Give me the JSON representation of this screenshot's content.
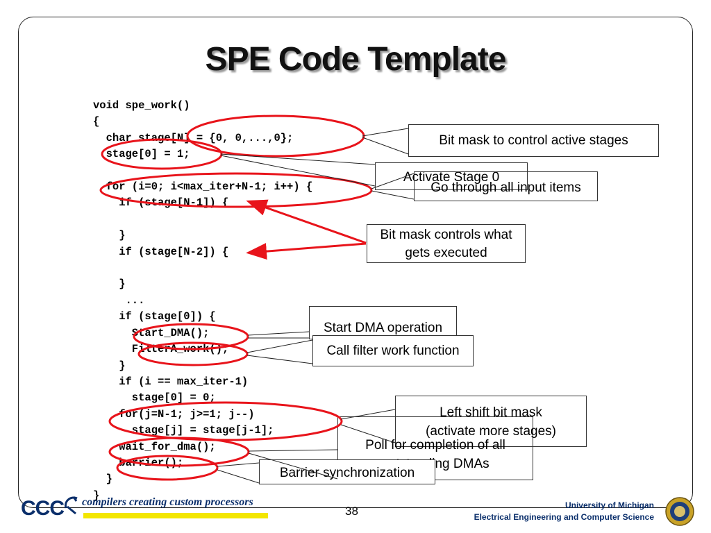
{
  "slide": {
    "title": "SPE Code Template",
    "page_number": "38"
  },
  "code_lines": [
    "void spe_work()",
    "{",
    "  char stage[N] = {0, 0,...,0};",
    "  stage[0] = 1;",
    "",
    "  for (i=0; i<max_iter+N-1; i++) {",
    "    if (stage[N-1]) {",
    "",
    "    }",
    "    if (stage[N-2]) {",
    "",
    "    }",
    "     ...",
    "    if (stage[0]) {",
    "      Start_DMA();",
    "      FilterA_work();",
    "    }",
    "    if (i == max_iter-1)",
    "      stage[0] = 0;",
    "    for(j=N-1; j>=1; j--)",
    "      stage[j] = stage[j-1];",
    "    wait_for_dma();",
    "    barrier();",
    "  }",
    "}"
  ],
  "callouts": {
    "bit_mask_active": "Bit mask to control active stages",
    "activate_stage0": "Activate Stage 0",
    "input_items": "Go through all input items",
    "bit_mask_exec": "Bit mask controls what\ngets executed",
    "start_dma": "Start DMA operation",
    "filter_work": "Call filter work function",
    "left_shift": "Left shift bit mask\n(activate more stages)",
    "poll_dma": "Poll for completion of all\noutstanding DMAs",
    "barrier_sync": "Barrier synchronization"
  },
  "footer": {
    "logo_text": "CCC",
    "tagline": "compilers creating custom processors",
    "university_line1": "University of Michigan",
    "university_line2": "Electrical Engineering and Computer Science"
  },
  "colors": {
    "annotation": "#e8141b",
    "footer_blue": "#0b2f6b",
    "tagline_highlight": "#f3e600"
  }
}
